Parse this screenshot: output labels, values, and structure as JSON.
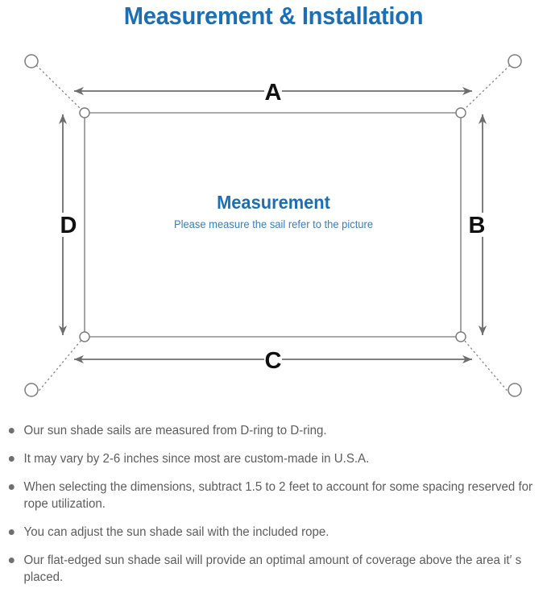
{
  "page": {
    "title": "Measurement & Installation",
    "title_color": "#1a6fb5",
    "background_color": "#ffffff"
  },
  "diagram": {
    "name": "shade-sail-measurement-diagram",
    "line_color": "#808080",
    "label_color": "#111111",
    "dimension_labels": [
      {
        "id": "A",
        "text": "A",
        "edge": "top"
      },
      {
        "id": "B",
        "text": "B",
        "edge": "right"
      },
      {
        "id": "C",
        "text": "C",
        "edge": "bottom"
      },
      {
        "id": "D",
        "text": "D",
        "edge": "left"
      }
    ],
    "center_title": "Measurement",
    "center_subtitle": "Please measure the sail refer to the picture",
    "center_title_color": "#1a6fb5",
    "center_subtitle_color": "#3a7fbf",
    "corner_rings": [
      {
        "id": "top-left",
        "type": "d-ring"
      },
      {
        "id": "top-right",
        "type": "d-ring"
      },
      {
        "id": "bottom-left",
        "type": "d-ring"
      },
      {
        "id": "bottom-right",
        "type": "d-ring"
      }
    ],
    "anchor_points": [
      {
        "id": "top-left",
        "type": "anchor-circle"
      },
      {
        "id": "top-right",
        "type": "anchor-circle"
      },
      {
        "id": "bottom-left",
        "type": "anchor-circle"
      },
      {
        "id": "bottom-right",
        "type": "anchor-circle"
      }
    ]
  },
  "notes": {
    "text_color": "#5d5d5d",
    "bullet_color": "#6f6f6f",
    "items": [
      "Our sun shade sails are measured from D-ring to D-ring.",
      "It may vary by 2-6 inches since most are custom-made in U.S.A.",
      "When selecting the dimensions, subtract 1.5 to 2 feet to account for some spacing reserved for rope utilization.",
      "You can adjust the sun shade sail with the included rope.",
      "Our flat-edged sun shade sail will provide an optimal amount of coverage above the area it′ s placed."
    ]
  }
}
